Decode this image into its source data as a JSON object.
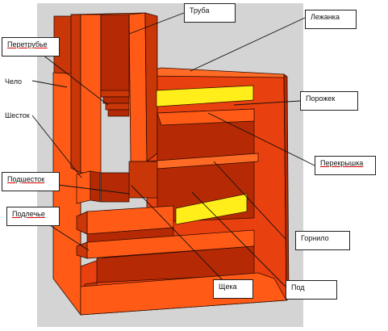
{
  "diagram": {
    "colors": {
      "background_panel": "#d4d4d4",
      "brick_light": "#ff5a16",
      "brick_mid": "#e8400e",
      "brick_dark": "#b52a05",
      "brick_inner": "#c93608",
      "window": "#ffee1a",
      "outline": "#2a0a00",
      "leader": "#111111"
    },
    "labels": {
      "truba": "Труба",
      "lezhanka": "Лежанка",
      "peretrubye": "Перетрубье",
      "chelo": "Чело",
      "porozhek": "Порожек",
      "shestok": "Шесток",
      "perekryshka": "Перекрышка",
      "podshestok": "Подшесток",
      "podleche": "Подлечье",
      "gornilo": "Горнило",
      "scheka": "Щека",
      "pod": "Под"
    }
  }
}
